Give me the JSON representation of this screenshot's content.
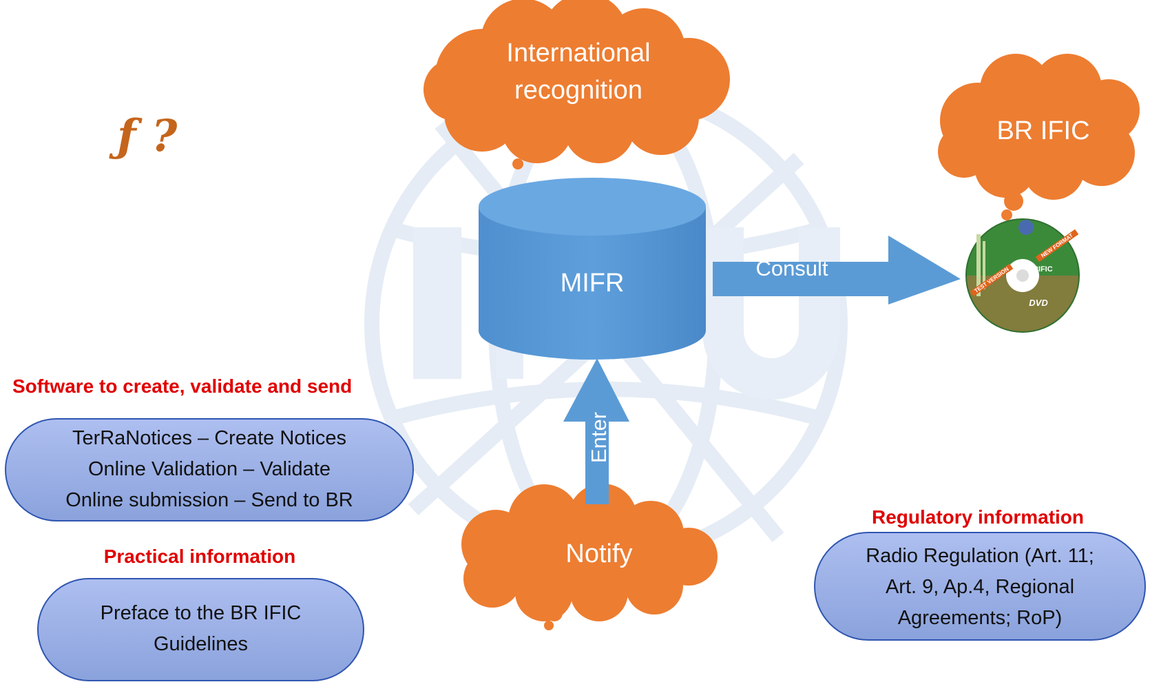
{
  "slide": {
    "symbol_text": "ƒ ?",
    "colors": {
      "cloud": "#ed7d31",
      "cylinder": "#5b9bd5",
      "arrow": "#5b9bd5",
      "oval_fill_top": "#a9bdf0",
      "oval_fill_bottom": "#8fa7e0",
      "oval_stroke": "#2f55b0",
      "heading": "#e00000",
      "watermark": "#dfe8f3"
    },
    "clouds": [
      {
        "id": "international",
        "lines": [
          "International",
          "recognition"
        ]
      },
      {
        "id": "br-ific",
        "lines": [
          "BR IFIC"
        ]
      },
      {
        "id": "notify",
        "lines": [
          "Notify"
        ]
      }
    ],
    "database": {
      "label": "MIFR"
    },
    "arrows": {
      "consult": "Consult",
      "enter": "Enter"
    },
    "dvd": {
      "brand": "BRIFIC",
      "banner_new": "NEW FORMAT",
      "banner_test": "TEST VERSION",
      "format": "DVD"
    },
    "sections": {
      "software": {
        "heading": "Software to create, validate and send",
        "lines": [
          "TerRaNotices – Create Notices",
          "Online Validation – Validate",
          "Online submission – Send to BR"
        ]
      },
      "practical": {
        "heading": "Practical information",
        "lines": [
          "Preface to the BR IFIC",
          "Guidelines"
        ]
      },
      "regulatory": {
        "heading": "Regulatory information",
        "lines": [
          "Radio Regulation (Art. 11;",
          "Art. 9, Ap.4, Regional",
          "Agreements; RoP)"
        ]
      }
    }
  }
}
